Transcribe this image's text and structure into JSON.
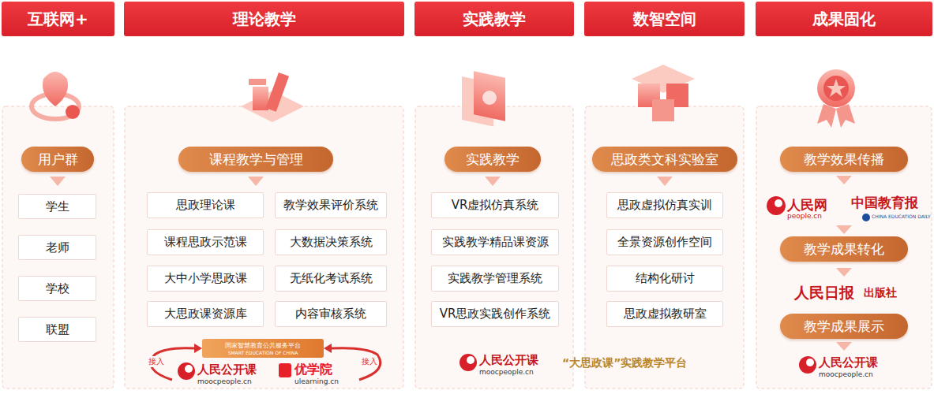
{
  "diagram": {
    "nodes": [
      {
        "text": [
          "互联网+"
        ]
      },
      {
        "text": [
          "理论教学"
        ]
      },
      {
        "text": [
          "实践教学"
        ]
      },
      {
        "text": [
          "数智空间"
        ]
      },
      {
        "text": [
          "成果固化"
        ]
      },
      {
        "text": [
          "用户群"
        ]
      },
      {
        "text": [
          "学生"
        ]
      },
      {
        "text": [
          "老师"
        ]
      },
      {
        "text": [
          "学校"
        ]
      },
      {
        "text": [
          "联盟"
        ]
      },
      {
        "text": [
          "课程教学与管理"
        ]
      },
      {
        "text": [
          "思政理论课"
        ]
      },
      {
        "text": [
          "教学效果评价系统"
        ]
      },
      {
        "text": [
          "课程思政示范课"
        ]
      },
      {
        "text": [
          "大数据决策系统"
        ]
      },
      {
        "text": [
          "大中小学思政课"
        ]
      },
      {
        "text": [
          "无纸化考试系统"
        ]
      },
      {
        "text": [
          "大思政课资源库"
        ]
      },
      {
        "text": [
          "内容审核系统"
        ]
      },
      {
        "text": [
          "国家智慧教育公共服务平台",
          "SMART EDUCATION OF CHINA"
        ]
      },
      {
        "text": [
          "实践教学"
        ]
      },
      {
        "text": [
          "VR虚拟仿真系统"
        ]
      },
      {
        "text": [
          "实践教学精品课资源"
        ]
      },
      {
        "text": [
          "实践教学管理系统"
        ]
      },
      {
        "text": [
          "VR思政实践创作系统"
        ]
      },
      {
        "text": [
          "思政类文科实验室"
        ]
      },
      {
        "text": [
          "思政虚拟仿真实训"
        ]
      },
      {
        "text": [
          "全景资源创作空间"
        ]
      },
      {
        "text": [
          "结构化研讨"
        ]
      },
      {
        "text": [
          "思政虚拟教研室"
        ]
      },
      {
        "text": [
          "教学效果传播"
        ]
      },
      {
        "text": [
          "教学成果转化"
        ]
      },
      {
        "text": [
          "教学成果展示"
        ]
      }
    ],
    "labels": [
      "接入",
      "人民公开课",
      "moocpeople.cn",
      "优学院",
      "ulearning.cn",
      "接入",
      "人民公开课",
      "moocpeople.cn",
      "“大思政课”实践教学平台",
      "人民网",
      "people.cn",
      "中国教育报",
      "CHINA EDUCATION DAILY",
      "人民日报",
      "出版社",
      "人民公开课",
      "moocpeople.cn"
    ]
  }
}
